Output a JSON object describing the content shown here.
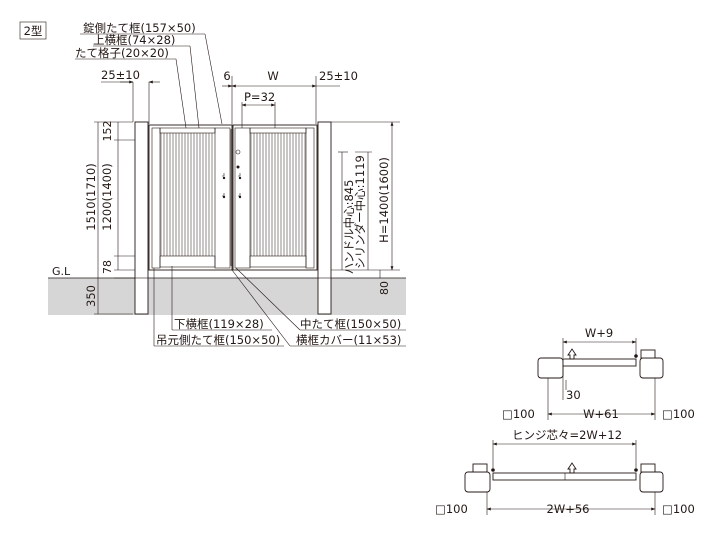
{
  "type_label": "2型",
  "callouts": {
    "lock_side_frame": "錠側たて框(157×50)",
    "top_rail": "上横框(74×28)",
    "lattice_bar": "たて格子(20×20)",
    "bottom_rail": "下横框(119×28)",
    "hinge_side_frame": "吊元側たて框(150×50)",
    "middle_frame": "中たて框(150×50)",
    "rail_cover": "横框カバー(11×53)"
  },
  "dims": {
    "gap_left": "25±10",
    "gap_right": "25±10",
    "six": "6",
    "w": "W",
    "pitch": "P=32",
    "d152": "152",
    "d1510": "1510(1710)",
    "d1200": "1200(1400)",
    "d78": "78",
    "gl": "G.L",
    "d350": "350",
    "handle_center": "ハンドル中心:845",
    "cylinder_center": "シリンダー中心:1119",
    "height": "H=1400(1600)",
    "d80": "80"
  },
  "plan1": {
    "top": "W+9",
    "mid": "30",
    "post_left": "□100",
    "bottom": "W+61",
    "post_right": "□100"
  },
  "plan2": {
    "top": "ヒンジ芯々=2W+12",
    "post_left": "□100",
    "bottom": "2W+56",
    "post_right": "□100"
  },
  "colors": {
    "ground": "#d6d6d6",
    "line": "#231815"
  }
}
